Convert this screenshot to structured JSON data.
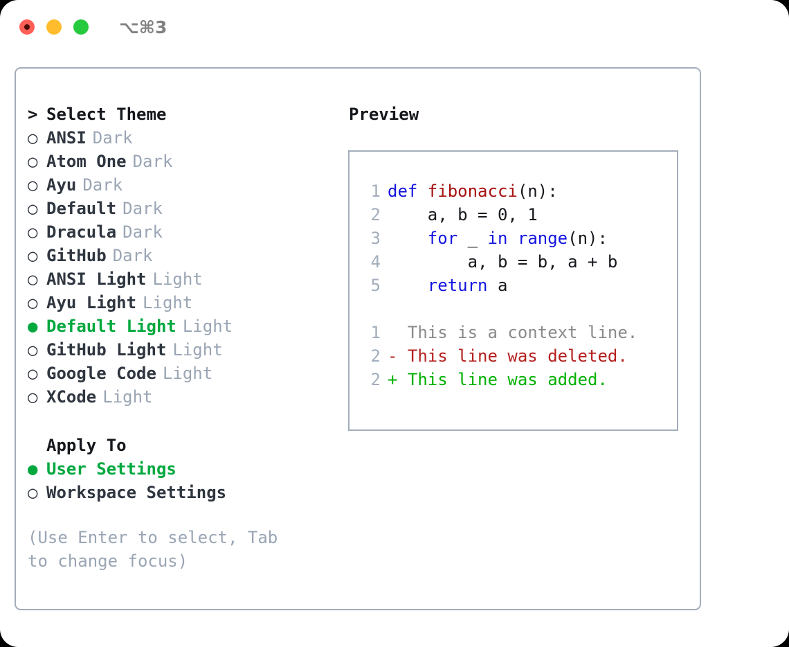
{
  "titlebar": {
    "shortcut": "⌥⌘3",
    "buttons": [
      {
        "name": "close",
        "color": "#ff5f56"
      },
      {
        "name": "minimize",
        "color": "#ffbd2e"
      },
      {
        "name": "maximize",
        "color": "#27c93f"
      }
    ]
  },
  "theme_picker": {
    "header_marker": ">",
    "header": "Select Theme",
    "items": [
      {
        "marker": "○",
        "name": "ANSI",
        "variant": "Dark",
        "selected": false
      },
      {
        "marker": "○",
        "name": "Atom One",
        "variant": "Dark",
        "selected": false
      },
      {
        "marker": "○",
        "name": "Ayu",
        "variant": "Dark",
        "selected": false
      },
      {
        "marker": "○",
        "name": "Default",
        "variant": "Dark",
        "selected": false
      },
      {
        "marker": "○",
        "name": "Dracula",
        "variant": "Dark",
        "selected": false
      },
      {
        "marker": "○",
        "name": "GitHub",
        "variant": "Dark",
        "selected": false
      },
      {
        "marker": "○",
        "name": "ANSI Light",
        "variant": "Light",
        "selected": false
      },
      {
        "marker": "○",
        "name": "Ayu Light",
        "variant": "Light",
        "selected": false
      },
      {
        "marker": "●",
        "name": "Default Light",
        "variant": "Light",
        "selected": true
      },
      {
        "marker": "○",
        "name": "GitHub Light",
        "variant": "Light",
        "selected": false
      },
      {
        "marker": "○",
        "name": "Google Code",
        "variant": "Light",
        "selected": false
      },
      {
        "marker": "○",
        "name": "XCode",
        "variant": "Light",
        "selected": false
      }
    ]
  },
  "apply_to": {
    "header": "Apply To",
    "items": [
      {
        "marker": "●",
        "label": "User Settings",
        "selected": true
      },
      {
        "marker": "○",
        "label": "Workspace Settings",
        "selected": false
      }
    ]
  },
  "hint": "(Use Enter to select, Tab to change focus)",
  "preview": {
    "title": "Preview",
    "code_lines": [
      {
        "no": "1",
        "tokens": [
          {
            "t": "def ",
            "k": "kw"
          },
          {
            "t": "fibonacci",
            "k": "fn"
          },
          {
            "t": "(n):",
            "k": "plain"
          }
        ]
      },
      {
        "no": "2",
        "tokens": [
          {
            "t": "    a, b = 0, 1",
            "k": "plain"
          }
        ]
      },
      {
        "no": "3",
        "tokens": [
          {
            "t": "    ",
            "k": "plain"
          },
          {
            "t": "for",
            "k": "kw"
          },
          {
            "t": " _ ",
            "k": "plain"
          },
          {
            "t": "in",
            "k": "kw"
          },
          {
            "t": " ",
            "k": "plain"
          },
          {
            "t": "range",
            "k": "kw"
          },
          {
            "t": "(n):",
            "k": "plain"
          }
        ]
      },
      {
        "no": "4",
        "tokens": [
          {
            "t": "        a, b = b, a + b",
            "k": "plain"
          }
        ]
      },
      {
        "no": "5",
        "tokens": [
          {
            "t": "    ",
            "k": "plain"
          },
          {
            "t": "return",
            "k": "kw"
          },
          {
            "t": " a",
            "k": "plain"
          }
        ]
      }
    ],
    "diff_lines": [
      {
        "no": "1",
        "sign": " ",
        "text": " This is a context line.",
        "kind": "context"
      },
      {
        "no": "2",
        "sign": "-",
        "text": " This line was deleted.",
        "kind": "deleted"
      },
      {
        "no": "2",
        "sign": "+",
        "text": " This line was added.",
        "kind": "added"
      }
    ]
  },
  "colors": {
    "accent_green": "#00a83e",
    "muted": "#9aa5b4",
    "border": "#a3adbb",
    "keyword_blue": "#1414e0",
    "function_red": "#a61010",
    "diff_deleted": "#b51f1f",
    "diff_added": "#00b000",
    "diff_context": "#8a8a8a"
  }
}
